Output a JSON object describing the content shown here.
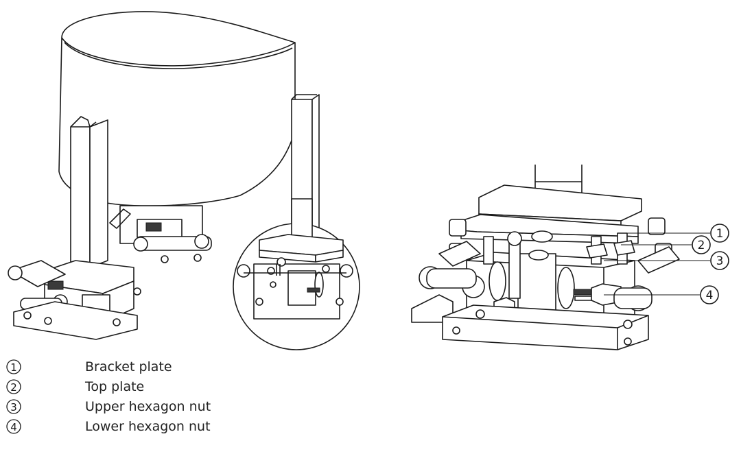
{
  "legend": [
    {
      "number": "1",
      "label": "Bracket plate"
    },
    {
      "number": "2",
      "label": "Top plate"
    },
    {
      "number": "3",
      "label": "Upper hexagon nut"
    },
    {
      "number": "4",
      "label": "Lower hexagon nut"
    }
  ],
  "callouts": [
    "1",
    "2",
    "3",
    "4"
  ]
}
